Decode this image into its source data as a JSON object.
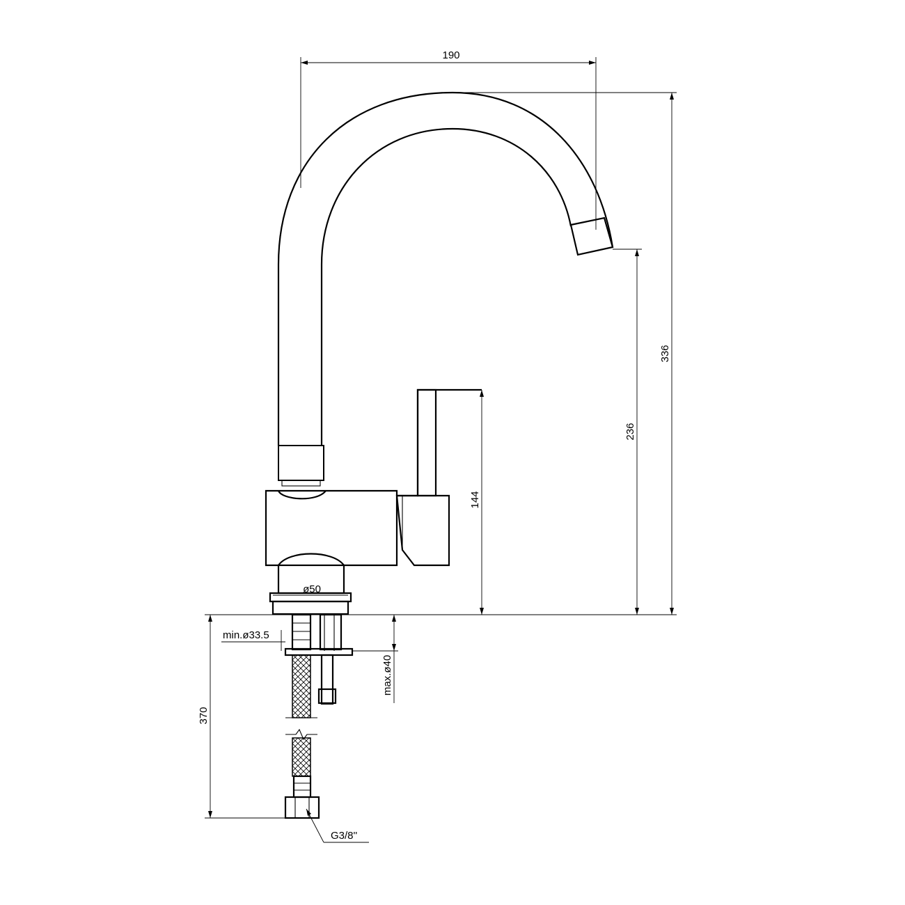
{
  "drawing": {
    "dimensions": {
      "spout_reach": "190",
      "total_height": "336",
      "spout_height": "236",
      "lever_height": "144",
      "base_diameter": "ø50",
      "hole_min": "min.ø33.5",
      "hole_max": "max.ø40",
      "hose_length": "370",
      "connection": "G3/8''"
    }
  }
}
